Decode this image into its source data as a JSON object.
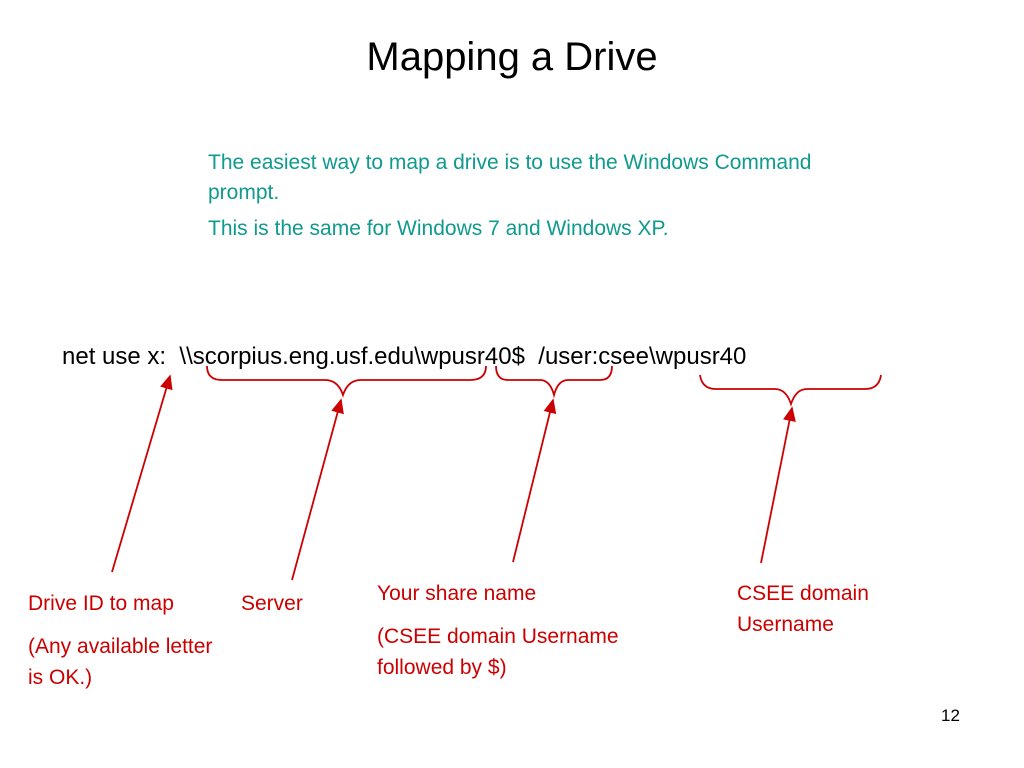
{
  "slide": {
    "title": "Mapping a Drive",
    "intro": {
      "line1": "The easiest way to map a drive is to use the Windows Command prompt.",
      "line2": "This is the same for Windows 7 and Windows XP."
    },
    "command": "net use x:  \\\\scorpius.eng.usf.edu\\wpusr40$  /user:csee\\wpusr40",
    "labels": {
      "drive_id": "Drive ID to map",
      "drive_note": "(Any available letter is OK.)",
      "server": "Server",
      "share": "Your share name",
      "share_note": "(CSEE domain Username followed by $)",
      "domain_user": "CSEE domain Username"
    },
    "page_number": "12",
    "colors": {
      "intro_text": "#0f9a8e",
      "annotation": "#cc0000",
      "text": "#000000"
    }
  }
}
